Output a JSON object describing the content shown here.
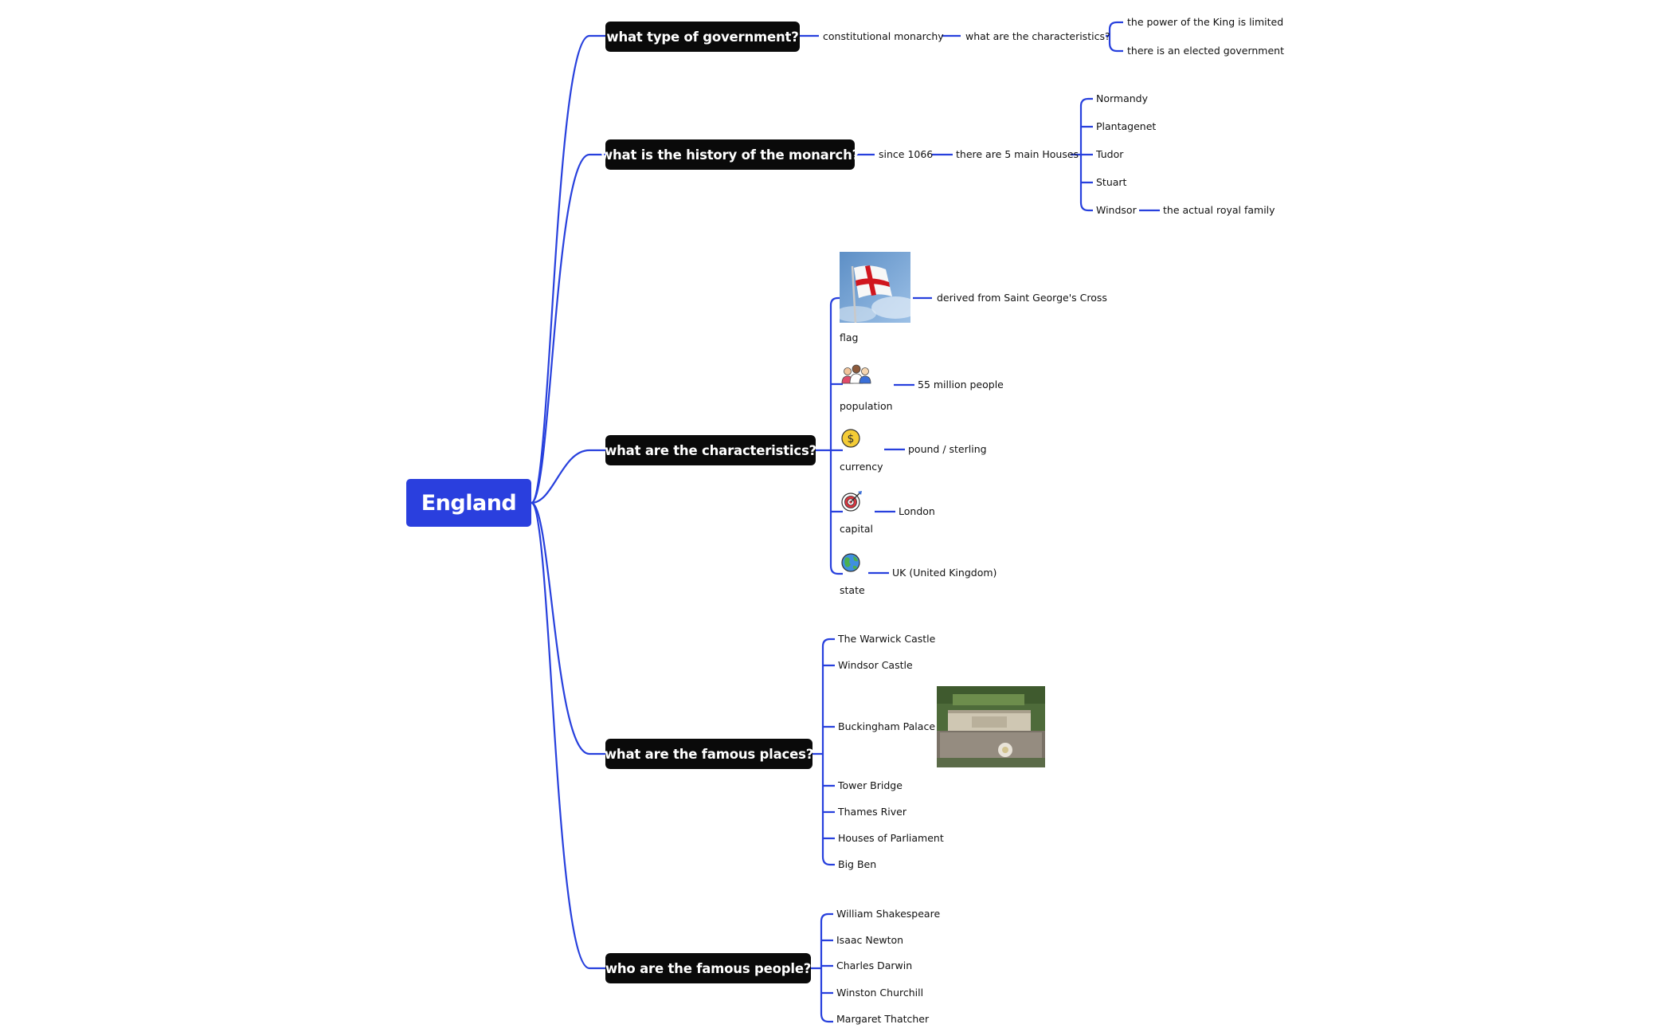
{
  "root": {
    "label": "England"
  },
  "colors": {
    "root_fill": "#2a3fde",
    "topic_fill": "#0a0a0a",
    "connector": "#2740dd"
  },
  "topics": {
    "government": {
      "label": "what type of government?",
      "child": "constitutional monarchy",
      "subchild": "what are the characteristics?",
      "leaves": [
        "the power of the King is limited",
        "there is an elected government"
      ]
    },
    "history": {
      "label": "what is the history of the monarch?",
      "child": "since 1066",
      "subchild": "there are 5 main Houses",
      "houses": [
        "Normandy",
        "Plantagenet",
        "Tudor",
        "Stuart",
        "Windsor"
      ],
      "windsor_note": "the actual royal family"
    },
    "characteristics": {
      "label": "what are the characteristics?",
      "items": [
        {
          "label": "flag",
          "icon": "england-flag-image",
          "value": "derived from Saint George's Cross"
        },
        {
          "label": "population",
          "icon": "people-group-icon",
          "value": "55 million people"
        },
        {
          "label": "currency",
          "icon": "dollar-coin-icon",
          "value": "pound / sterling"
        },
        {
          "label": "capital",
          "icon": "target-icon",
          "value": "London"
        },
        {
          "label": "state",
          "icon": "globe-icon",
          "value": "UK (United Kingdom)"
        }
      ]
    },
    "places": {
      "label": "what are the famous places?",
      "items": [
        "The Warwick Castle",
        "Windsor Castle",
        "Buckingham Palace",
        "Tower Bridge",
        "Thames River",
        "Houses of Parliament",
        "Big Ben"
      ]
    },
    "people": {
      "label": "who are the famous people?",
      "items": [
        "William Shakespeare",
        "Isaac Newton",
        "Charles Darwin",
        "Winston Churchill",
        "Margaret Thatcher"
      ]
    }
  }
}
